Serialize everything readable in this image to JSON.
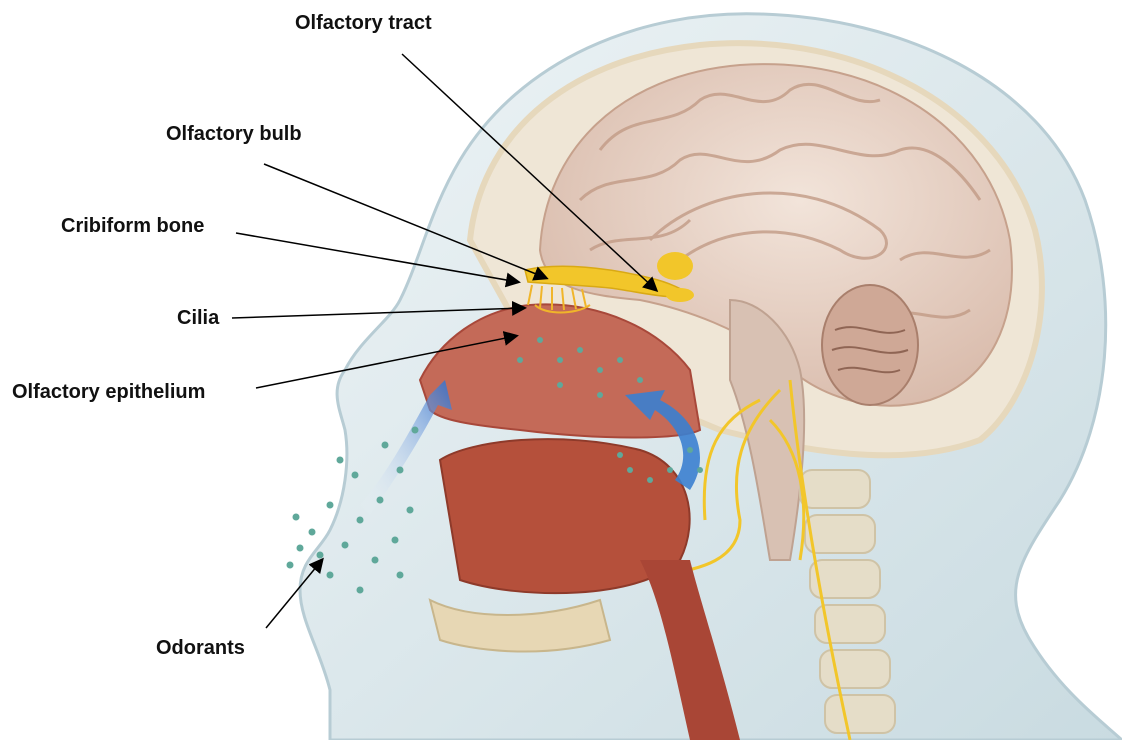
{
  "labels": {
    "olfactory_tract": "Olfactory tract",
    "olfactory_bulb": "Olfactory bulb",
    "cribiform_bone": "Cribiform bone",
    "cilia": "Cilia",
    "olfactory_epithelium": "Olfactory epithelium",
    "odorants": "Odorants"
  },
  "colors": {
    "skin": "#d9e6ea",
    "brain": "#e8d3c7",
    "nerve": "#f2c62a",
    "muscle": "#b8553f",
    "airflow": "#3b7fd0",
    "odorant_dot": "#5fa89a"
  }
}
